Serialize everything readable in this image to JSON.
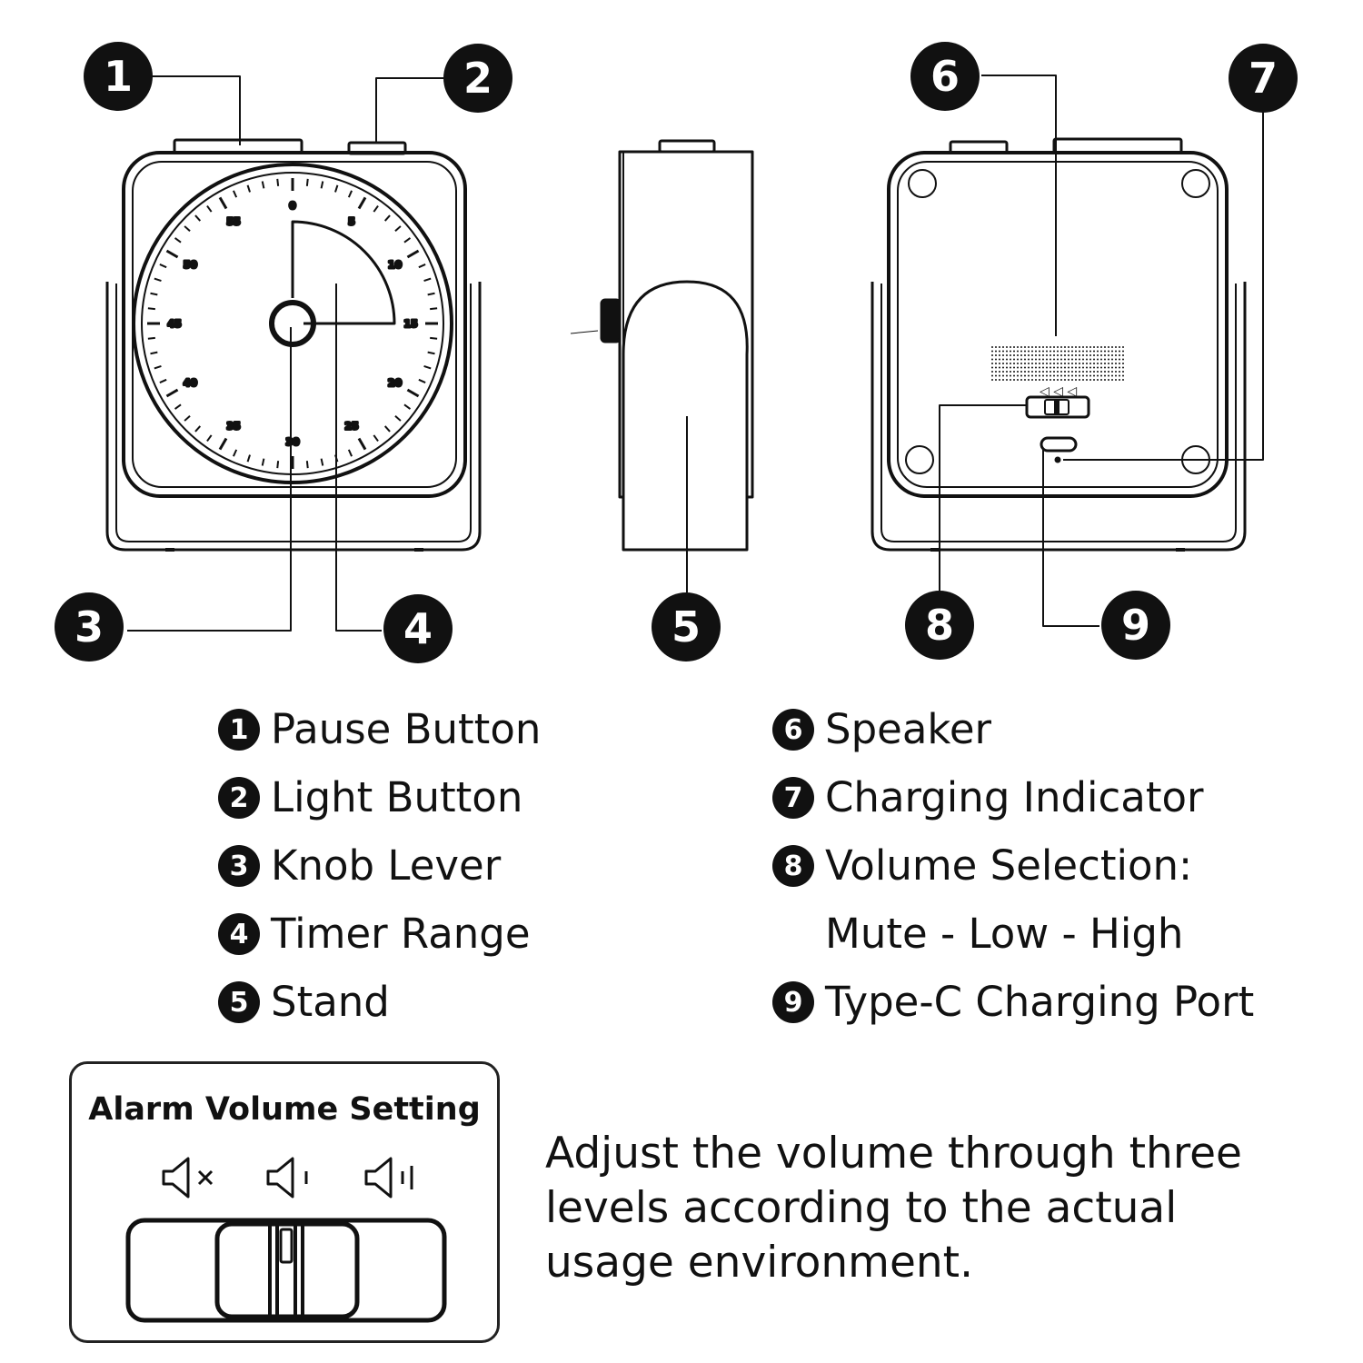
{
  "callouts": [
    "1",
    "2",
    "3",
    "4",
    "5",
    "6",
    "7",
    "8",
    "9"
  ],
  "dial": {
    "labels": [
      "0",
      "5",
      "10",
      "15",
      "20",
      "25",
      "30",
      "35",
      "40",
      "45",
      "50",
      "55"
    ],
    "timer_range_minutes": 15
  },
  "legend": {
    "left": [
      {
        "num": "1",
        "label": "Pause Button"
      },
      {
        "num": "2",
        "label": "Light Button"
      },
      {
        "num": "3",
        "label": "Knob Lever"
      },
      {
        "num": "4",
        "label": "Timer Range"
      },
      {
        "num": "5",
        "label": "Stand"
      }
    ],
    "right": [
      {
        "num": "6",
        "label": "Speaker"
      },
      {
        "num": "7",
        "label": "Charging Indicator"
      },
      {
        "num": "8",
        "label": "Volume Selection:",
        "label_cont": "Mute - Low - High"
      },
      {
        "num": "9",
        "label": "Type-C Charging Port"
      }
    ]
  },
  "volume_setting": {
    "title": "Alarm Volume Setting",
    "levels": [
      "mute",
      "low",
      "high"
    ],
    "icons": [
      "speaker-mute-icon",
      "speaker-low-icon",
      "speaker-high-icon"
    ]
  },
  "description": [
    "Adjust the volume through three",
    "levels according to the actual",
    "usage environment."
  ]
}
